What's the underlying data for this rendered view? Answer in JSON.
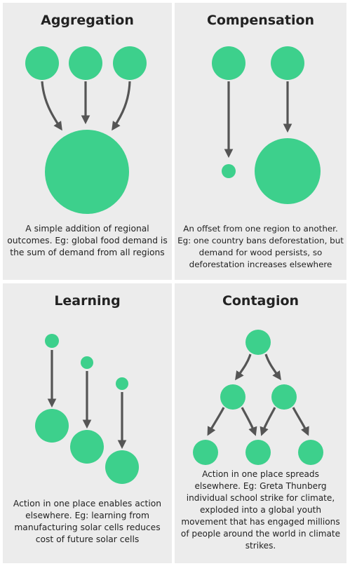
{
  "colors": {
    "node": "#3dd08c",
    "arrow": "#555555",
    "panel_bg": "#ececec",
    "text": "#222222"
  },
  "panels": {
    "aggregation": {
      "title": "Aggregation",
      "description": "A simple addition of regional outcomes. Eg: global food demand is the sum of demand from all regions"
    },
    "compensation": {
      "title": "Compensation",
      "description": "An offset from one region to another. Eg: one country bans deforestation, but demand for wood persists, so deforestation increases elsewhere"
    },
    "learning": {
      "title": "Learning",
      "description": "Action in one place enables action elsewhere. Eg: learning from manufacturing solar cells reduces cost of future solar cells"
    },
    "contagion": {
      "title": "Contagion",
      "description": "Action in one place spreads elsewhere. Eg: Greta Thunberg individual school strike for climate, exploded into a global youth movement that has engaged millions of people around the world in climate strikes."
    }
  }
}
